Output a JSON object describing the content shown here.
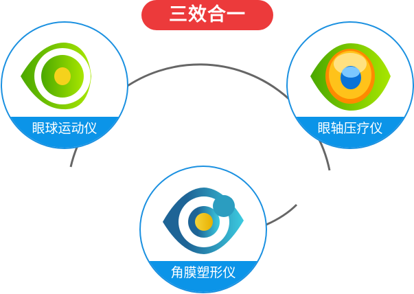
{
  "title": "三效合一",
  "nodes": [
    {
      "label": "眼球运动仪",
      "icon": "green-eye-icon"
    },
    {
      "label": "眼轴压疗仪",
      "icon": "orange-eye-icon"
    },
    {
      "label": "角膜塑形仪",
      "icon": "blue-eye-icon"
    }
  ],
  "colors": {
    "title_bg": "#ec3a3b",
    "band": "#0b94e8",
    "connector": "#666666"
  }
}
